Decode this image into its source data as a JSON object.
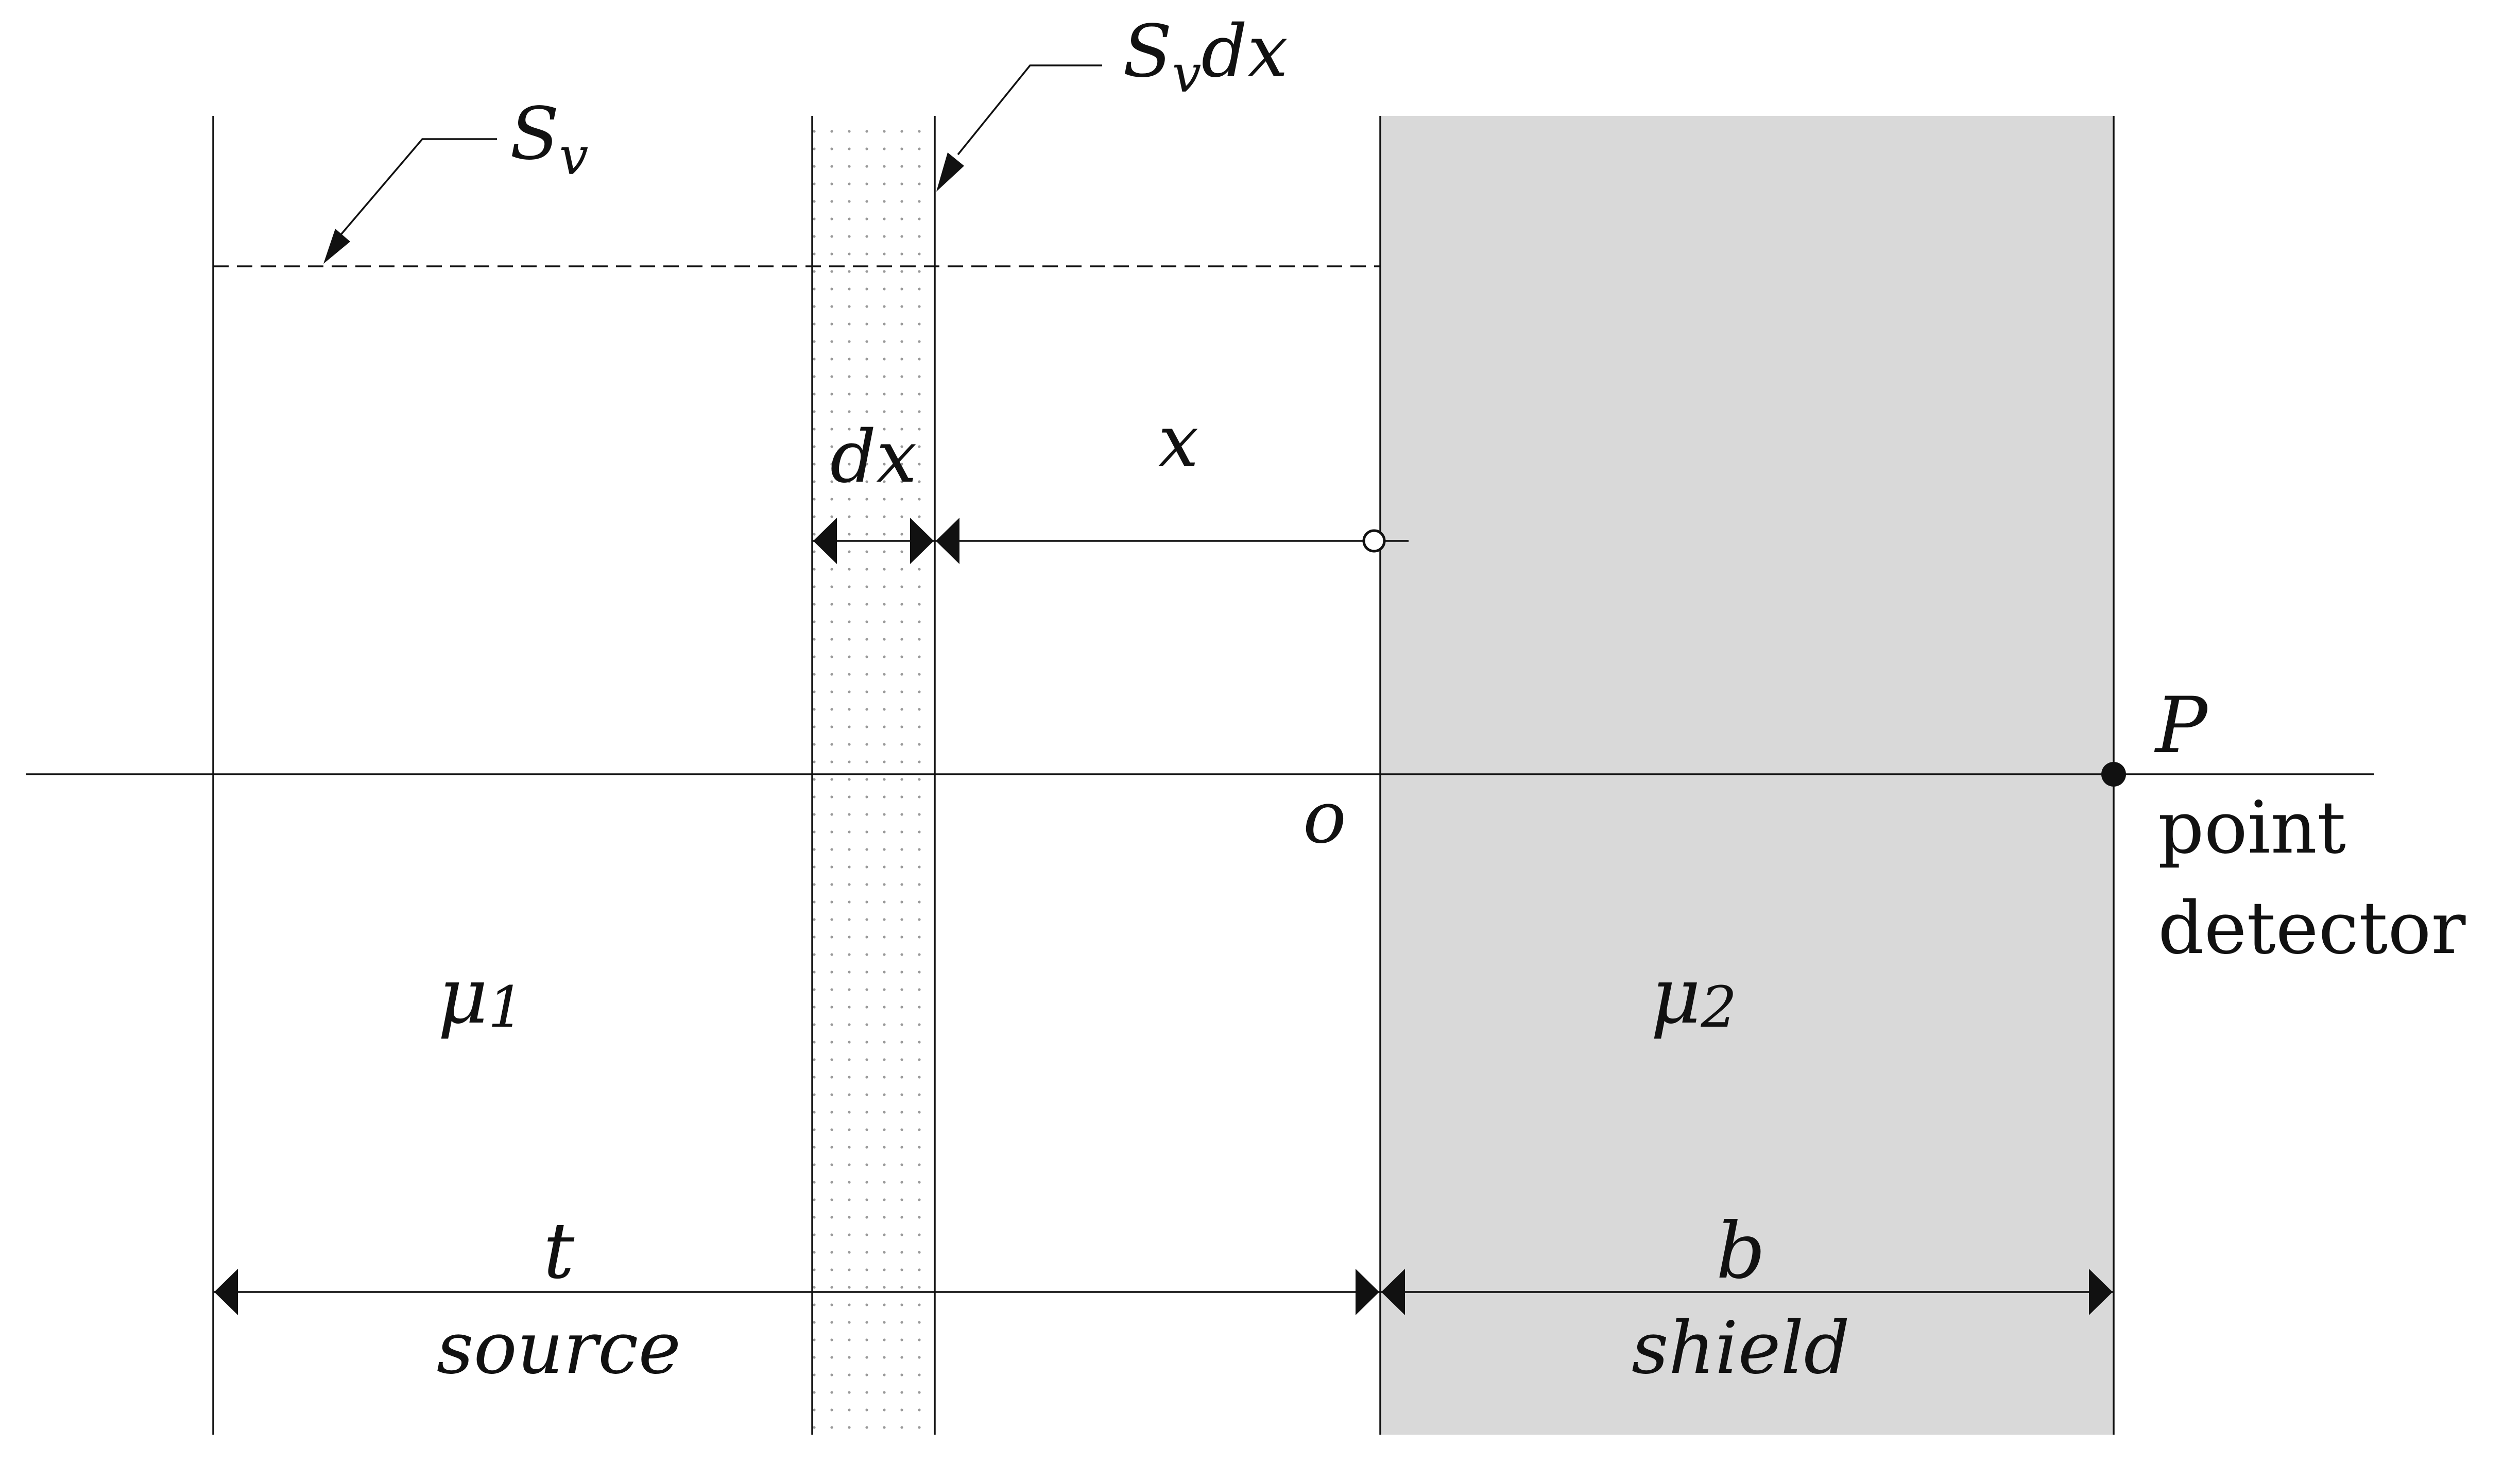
{
  "labels": {
    "source_density": "S",
    "source_density_sub": "v",
    "slab_source": "S",
    "slab_source_sub": "v",
    "slab_source_suffix": "dx",
    "slab_thickness": "dx",
    "distance": "x",
    "origin": "o",
    "point": "P",
    "detector_line1": "point",
    "detector_line2": "detector",
    "mu_source": "μ",
    "mu_source_sub": "1",
    "mu_shield": "μ",
    "mu_shield_sub": "2",
    "source_thickness": "t",
    "source_caption": "source",
    "shield_thickness": "b",
    "shield_caption": "shield"
  },
  "colors": {
    "shield_fill": "#d9d9d9",
    "line": "#111111",
    "slab_dots": "#9a9a9a"
  }
}
